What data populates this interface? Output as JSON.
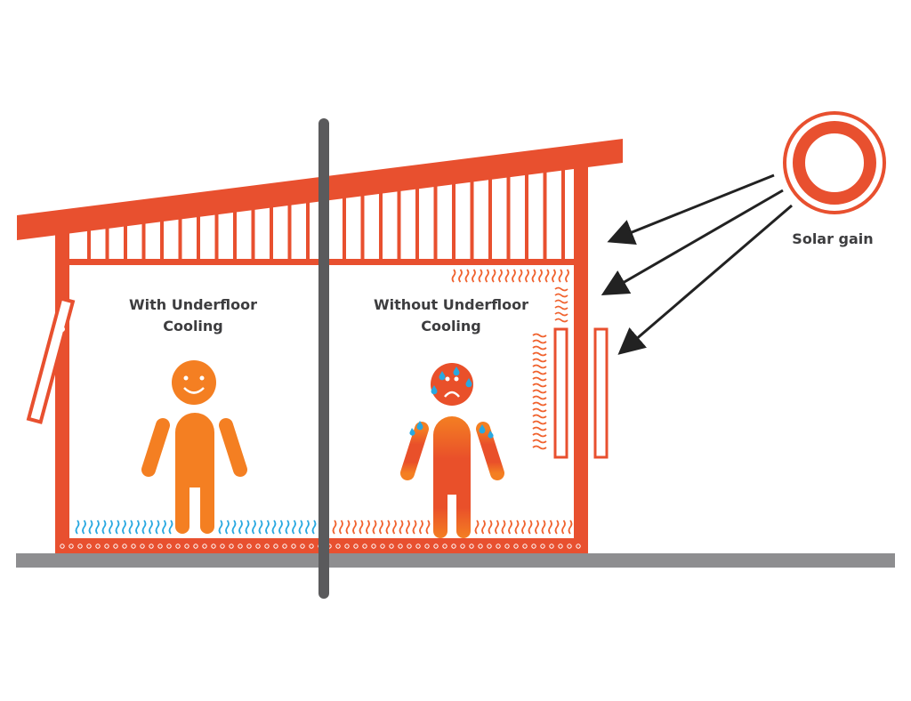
{
  "labels": {
    "with_line1": "With Underfloor",
    "with_line2": "Cooling",
    "without_line1": "Without Underfloor",
    "without_line2": "Cooling",
    "solar": "Solar gain"
  },
  "colors": {
    "structure": "#e8502f",
    "figure": "#f47f22",
    "hot_figure": "#e9502a",
    "cool_wave": "#29a8e0",
    "pole": "#5a5a5c",
    "ground": "#8e8e90",
    "arrow": "#222222",
    "text": "#3d3d3f"
  }
}
